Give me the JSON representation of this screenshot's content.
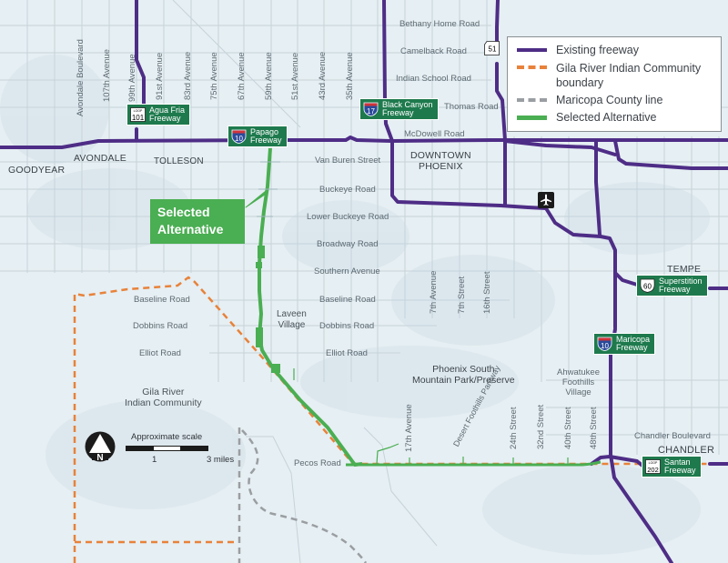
{
  "colors": {
    "freeway": "#4e2d86",
    "gila_boundary": "#e8823a",
    "county_line": "#9a9ea2",
    "selected_alternative": "#4aae52",
    "sign_green": "#1e7a4d",
    "background": "#e6eff3"
  },
  "legend": {
    "items": [
      {
        "label": "Existing freeway",
        "style": "solid",
        "color": "#4e2d86"
      },
      {
        "label": "Gila River Indian Community boundary",
        "label_line1": "Gila River Indian Community",
        "label_line2": "boundary",
        "style": "dashed",
        "color": "#e8823a"
      },
      {
        "label": "Maricopa County line",
        "style": "dashed",
        "color": "#9a9ea2"
      },
      {
        "label": "Selected Alternative",
        "style": "solid",
        "color": "#4aae52"
      }
    ]
  },
  "callout": {
    "line1": "Selected",
    "line2": "Alternative"
  },
  "cities": {
    "goodyear": "GOODYEAR",
    "avondale": "AVONDALE",
    "tolleson": "TOLLESON",
    "downtown_line1": "DOWNTOWN",
    "downtown_line2": "PHOENIX",
    "tempe": "TEMPE",
    "chandler": "CHANDLER"
  },
  "places": {
    "laveen_line1": "Laveen",
    "laveen_line2": "Village",
    "gila_line1": "Gila River",
    "gila_line2": "Indian Community",
    "south_mountain_line1": "Phoenix South",
    "south_mountain_line2": "Mountain Park/Preserve",
    "ahwatukee_line1": "Ahwatukee",
    "ahwatukee_line2": "Foothills",
    "ahwatukee_line3": "Village"
  },
  "vertical_streets": [
    "Avondale Boulevard",
    "107th Avenue",
    "99th Avenue",
    "91st Avenue",
    "83rd Avenue",
    "75th Avenue",
    "67th Avenue",
    "59th Avenue",
    "51st Avenue",
    "43rd Avenue",
    "35th Avenue",
    "7th Avenue",
    "7th Street",
    "16th Street",
    "17th Avenue",
    "Desert Foothills Parkway",
    "24th Street",
    "32nd Street",
    "40th Street",
    "48th Street"
  ],
  "horizontal_streets": {
    "bethany": "Bethany Home Road",
    "camelback": "Camelback Road",
    "indian_school": "Indian School Road",
    "thomas": "Thomas Road",
    "mcdowell": "McDowell Road",
    "van_buren": "Van Buren Street",
    "buckeye": "Buckeye Road",
    "lower_buckeye": "Lower Buckeye Road",
    "broadway": "Broadway Road",
    "southern": "Southern Avenue",
    "baseline": "Baseline Road",
    "dobbins": "Dobbins Road",
    "elliot": "Elliot Road",
    "baseline_w": "Baseline Road",
    "dobbins_w": "Dobbins Road",
    "elliot_w": "Elliot Road",
    "pecos": "Pecos Road",
    "chandler_blvd": "Chandler Boulevard"
  },
  "freeway_signs": {
    "loop101": {
      "shield": "101",
      "shield_top": "LOOP",
      "line1": "Agua Fria",
      "line2": "Freeway"
    },
    "i10_papago": {
      "shield": "10",
      "line1": "Papago",
      "line2": "Freeway"
    },
    "i17": {
      "shield": "17",
      "line1": "Black Canyon",
      "line2": "Freeway"
    },
    "sr51": {
      "shield": "51"
    },
    "us60": {
      "shield": "60",
      "line1": "Superstition",
      "line2": "Freeway"
    },
    "i10_maricopa": {
      "shield": "10",
      "line1": "Maricopa",
      "line2": "Freeway"
    },
    "loop202": {
      "shield": "202",
      "shield_top": "LOOP",
      "line1": "Santan",
      "line2": "Freeway"
    }
  },
  "scale": {
    "title": "Approximate scale",
    "tick1": "1",
    "tick2": "3 miles"
  },
  "north_arrow": {
    "letter": "N"
  },
  "icons": {
    "airport": "airplane-icon",
    "north": "north-arrow-icon"
  }
}
